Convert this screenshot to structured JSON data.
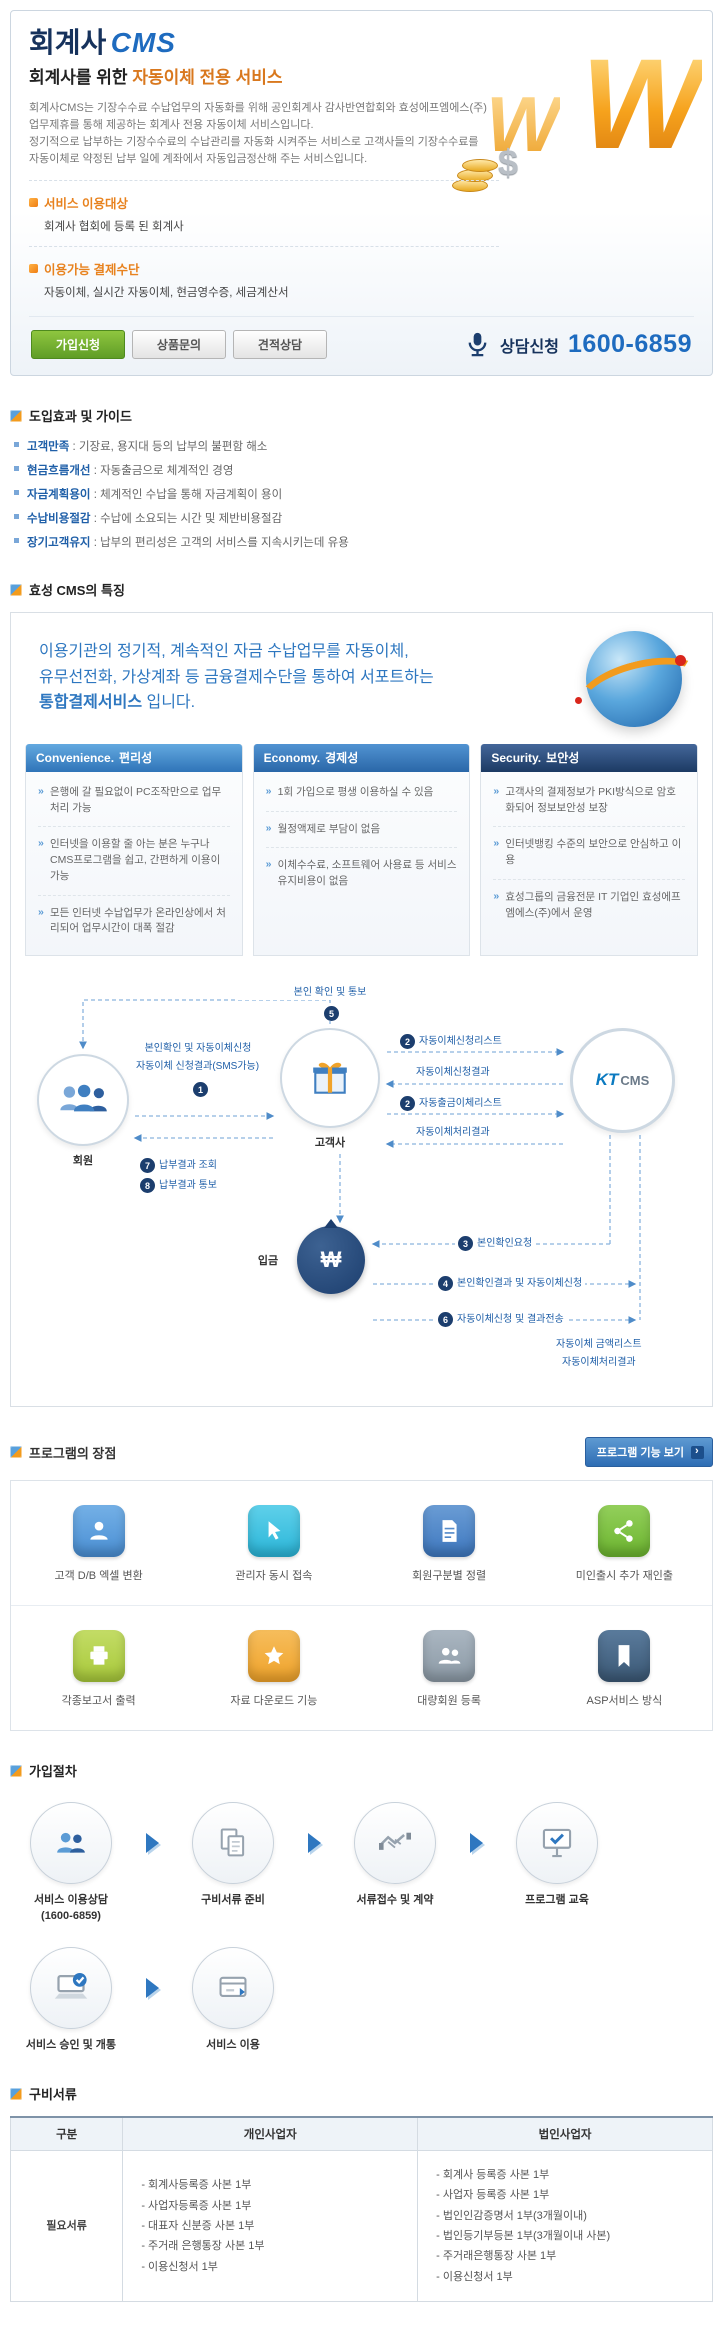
{
  "colors": {
    "brand_blue": "#1e6bbf",
    "navy": "#16325c",
    "orange": "#e8821e",
    "green_button": "#6aab2e",
    "feature_header_blue": "#2f74b8",
    "feature_header_navy": "#1c3a63",
    "gold": "#f6a21c"
  },
  "header": {
    "title": "회계사",
    "title_accent": "CMS",
    "subtitle_prefix": "회계사를 위한",
    "subtitle_accent": "자동이체 전용 서비스",
    "description": "회계사CMS는 기장수수료 수납업무의 자동화를 위해 공인회계사 감사반연합회와 효성에프엠에스(주)\n업무제휴를 통해 제공하는 회계사 전용 자동이체 서비스입니다.\n정기적으로 납부하는 기장수수료의 수납관리를 자동화 시켜주는 서비스로 고객사들의 기장수수료를\n자동이체로 약정된 납부 일에 계좌에서 자동입금정산해 주는 서비스입니다.",
    "won_symbol": "W",
    "dollar_symbol": "$",
    "service_target": {
      "title": "서비스 이용대상",
      "text": "회계사 협회에 등록 된 회계사"
    },
    "payment_methods": {
      "title": "이용가능 결제수단",
      "text": "자동이체, 실시간 자동이체, 현금영수증, 세금계산서"
    },
    "buttons": [
      {
        "label": "가입신청"
      },
      {
        "label": "상품문의"
      },
      {
        "label": "견적상담"
      }
    ],
    "consult": {
      "label": "상담신청",
      "phone": "1600-6859"
    }
  },
  "benefits": {
    "title": "도입효과 및 가이드",
    "separator": ":",
    "items": [
      {
        "label": "고객만족",
        "text": "기장료, 용지대 등의 납부의 불편함 해소"
      },
      {
        "label": "현금흐름개선",
        "text": "자동출금으로 체계적인 경영"
      },
      {
        "label": "자금계획용이",
        "text": "체계적인 수납을 통해 자금계획이 용이"
      },
      {
        "label": "수납비용절감",
        "text": "수납에 소요되는 시간 및 제반비용절감"
      },
      {
        "label": "장기고객유지",
        "text": "납부의 편리성은 고객의 서비스를 지속시키는데 유용"
      }
    ]
  },
  "features": {
    "title": "효성 CMS의 특징",
    "intro_line1": "이용기관의 정기적, 계속적인 자금 수납업무를 자동이체,",
    "intro_line2": "유무선전화, 가상계좌 등 금융결제수단을 통하여 서포트하는",
    "intro_bold": "통합결제서비스",
    "intro_suffix": " 입니다.",
    "columns": [
      {
        "title_en": "Convenience.",
        "title_ko": "편리성",
        "items": [
          "은행에 갈 필요없이 PC조작만으로 업무처리 가능",
          "인터넷을 이용할 줄 아는 분은 누구나 CMS프로그램을 쉽고, 간편하게 이용이 가능",
          "모든 인터넷 수납업무가 온라인상에서 처리되어 업무시간이 대폭 절감"
        ]
      },
      {
        "title_en": "Economy.",
        "title_ko": "경제성",
        "items": [
          "1회 가입으로 평생 이용하실 수 있음",
          "월정액제로 부담이 없음",
          "이체수수료, 소프트웨어 사용료 등 서비스 유지비용이 없음"
        ]
      },
      {
        "title_en": "Security.",
        "title_ko": "보안성",
        "items": [
          "고객사의 결제정보가 PKI방식으로 암호화되어 정보보안성 보장",
          "인터넷뱅킹 수준의 보안으로 안심하고 이용",
          "효성그룹의 금융전문 IT 기업인 효성에프엠에스(주)에서 운영"
        ]
      }
    ]
  },
  "diagram": {
    "top_num": "5",
    "top_label": "본인 확인 및 통보",
    "left_num": "1",
    "left_line1": "본인확인 및 자동이체신청",
    "left_line2": "자동이체 신청결과(SMS가능)",
    "member_label": "회원",
    "customer_label": "고객사",
    "deposit_label": "입금",
    "won": "₩",
    "kt_main": "KT",
    "kt_sub": "CMS",
    "pay7_num": "7",
    "pay7_label": "납부결과 조회",
    "pay8_num": "8",
    "pay8_label": "납부결과 통보",
    "r1_num": "2",
    "r1_label": "자동이체신청리스트",
    "r2_label": "자동이체신청결과",
    "r3_num": "2",
    "r3_label": "자동출금이체리스트",
    "r4_label": "자동이체처리결과",
    "b3_num": "3",
    "b3_label": "본인확인요청",
    "b4_num": "4",
    "b4_label": "본인확인결과 및 자동이체신청",
    "b6_num": "6",
    "b6_label": "자동이체신청 및 결과전송",
    "kt_list1": "자동이체 금액리스트",
    "kt_list2": "자동이체처리결과"
  },
  "advantages": {
    "title": "프로그램의 장점",
    "view_button": "프로그램 기능 보기",
    "items": [
      {
        "label": "고객 D/B 엑셀 변환",
        "icon": "person-icon",
        "color": "#4a8fd4"
      },
      {
        "label": "관리자 동시 접속",
        "icon": "cursor-icon",
        "color": "#2ab6d9"
      },
      {
        "label": "회원구분별 정렬",
        "icon": "document-icon",
        "color": "#3e78c0"
      },
      {
        "label": "미인출시 추가 재인출",
        "icon": "share-icon",
        "color": "#6cb52f"
      },
      {
        "label": "각종보고서 출력",
        "icon": "printer-icon",
        "color": "#a8c93a"
      },
      {
        "label": "자료 다운로드 기능",
        "icon": "star-icon",
        "color": "#f0a32a"
      },
      {
        "label": "대량회원 등록",
        "icon": "people-icon",
        "color": "#8b99a5"
      },
      {
        "label": "ASP서비스 방식",
        "icon": "bookmark-icon",
        "color": "#3b5875"
      }
    ]
  },
  "process": {
    "title": "가입절차",
    "steps": [
      {
        "label": "서비스 이용상담\n(1600-6859)",
        "icon": "consult-people-icon"
      },
      {
        "label": "구비서류 준비",
        "icon": "documents-icon"
      },
      {
        "label": "서류접수 및 계약",
        "icon": "handshake-icon"
      },
      {
        "label": "프로그램 교육",
        "icon": "monitor-check-icon"
      },
      {
        "label": "서비스 승인 및 개통",
        "icon": "laptop-check-icon"
      },
      {
        "label": "서비스 이용",
        "icon": "service-card-icon"
      }
    ]
  },
  "documents": {
    "title": "구비서류",
    "headers": [
      "구분",
      "개인사업자",
      "법인사업자"
    ],
    "row_label": "필요서류",
    "individual": [
      "- 회계사등록증 사본 1부",
      "- 사업자등록증 사본 1부",
      "- 대표자 신분증 사본 1부",
      "- 주거래 은행통장 사본 1부",
      "- 이용신청서 1부"
    ],
    "corporate": [
      "- 회계사 등록증 사본 1부",
      "- 사업자 등록증 사본 1부",
      "- 법인인감증명서 1부(3개월이내)",
      "- 법인등기부등본 1부(3개월이내 사본)",
      "- 주거래은행통장 사본 1부",
      "- 이용신청서 1부"
    ]
  }
}
